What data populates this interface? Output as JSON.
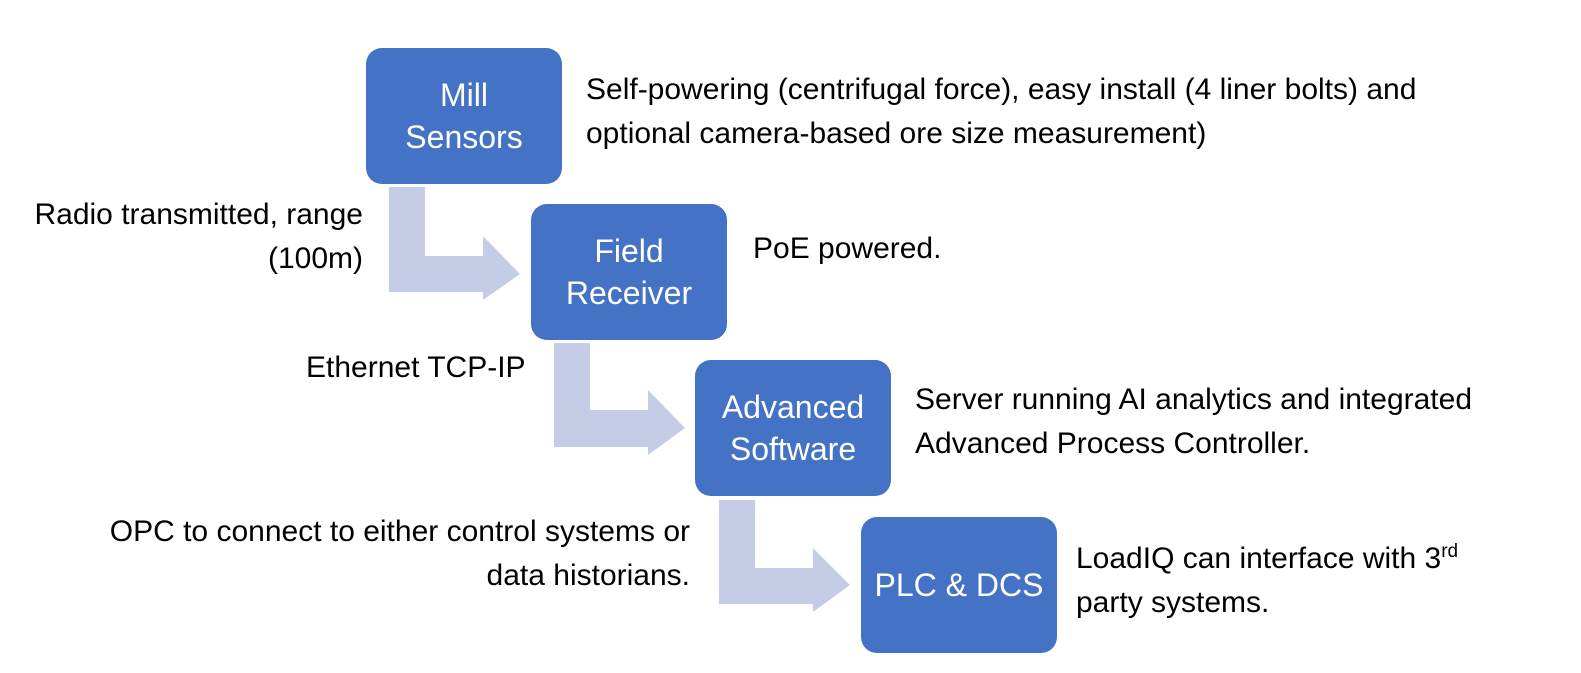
{
  "colors": {
    "box_fill": "#4472c4",
    "arrow_fill": "#c5cde6",
    "text": "#000000"
  },
  "nodes": [
    {
      "id": "mill-sensors",
      "lines": [
        "Mill",
        "Sensors"
      ]
    },
    {
      "id": "field-receiver",
      "lines": [
        "Field",
        "Receiver"
      ]
    },
    {
      "id": "advanced-software",
      "lines": [
        "Advanced",
        "Software"
      ]
    },
    {
      "id": "plc-dcs",
      "lines": [
        "PLC & DCS"
      ]
    }
  ],
  "descriptions": {
    "mill_sensors": [
      "Self-powering (centrifugal force), easy install (4 liner bolts) and",
      "optional camera-based ore size measurement)"
    ],
    "field_receiver": [
      "PoE powered."
    ],
    "advanced_software": [
      "Server running AI analytics and integrated",
      "Advanced Process Controller."
    ],
    "plc_dcs": {
      "line1_text": "LoadIQ can interface with 3",
      "line1_sup": "rd",
      "line2": "party systems."
    }
  },
  "connections": {
    "radio": [
      "Radio transmitted, range",
      "(100m)"
    ],
    "ethernet": [
      "Ethernet TCP-IP"
    ],
    "opc": [
      "OPC to connect to either control systems or",
      "data historians."
    ]
  }
}
